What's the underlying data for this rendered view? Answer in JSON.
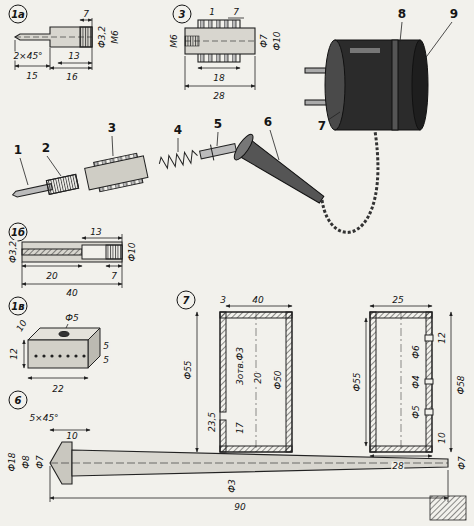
{
  "diagram": {
    "labels": [
      "1а",
      "7",
      "2×45°",
      "15",
      "13",
      "16",
      "Ф3,2",
      "М6",
      "3",
      "1",
      "7",
      "М6",
      "Ф7",
      "Ф10",
      "18",
      "28",
      "1",
      "2",
      "3",
      "4",
      "5",
      "6",
      "8",
      "9",
      "7",
      "1б",
      "13",
      "Ф3,2",
      "20",
      "7",
      "Ф10",
      "40",
      "1в",
      "Ф5",
      "10",
      "12",
      "5",
      "5",
      "22",
      "7",
      "3",
      "40",
      "Ф55",
      "3отв.Ф3",
      "20",
      "Ф50",
      "23,5",
      "17",
      "25",
      "12",
      "Ф6",
      "Ф55",
      "Ф4",
      "Ф58",
      "Ф5",
      "10",
      "28",
      "6",
      "5×45°",
      "10",
      "Ф18",
      "Ф8",
      "Ф7",
      "Ф3",
      "Ф7",
      "90"
    ]
  }
}
